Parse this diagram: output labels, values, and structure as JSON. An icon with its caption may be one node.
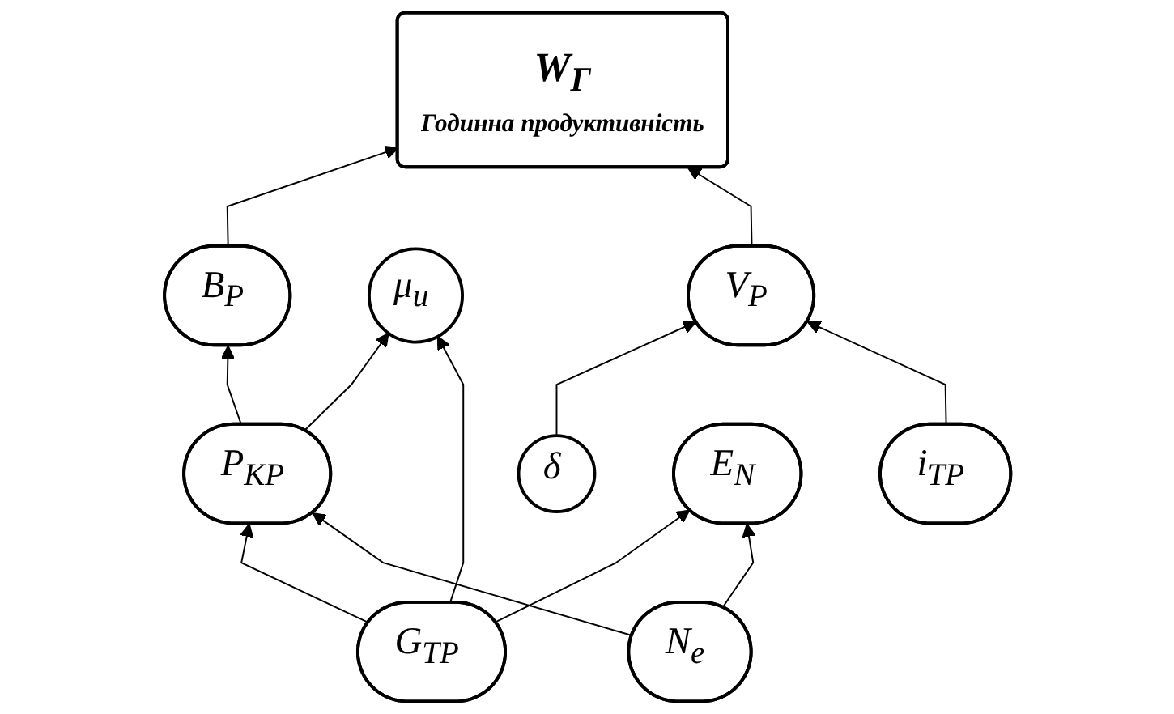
{
  "diagram": {
    "nodes": [
      {
        "text": [
          "W$_{Г}$",
          "Годинна продуктивність"
        ]
      },
      {
        "text": [
          "B$_{Р}$"
        ]
      },
      {
        "text": [
          "μ$_{u}$"
        ]
      },
      {
        "text": [
          "V$_{Р}$"
        ]
      },
      {
        "text": [
          "P$_{КР}$"
        ]
      },
      {
        "text": [
          "G$_{ТР}$"
        ]
      },
      {
        "text": [
          "δ"
        ]
      },
      {
        "text": [
          "i$_{ТР}$"
        ]
      },
      {
        "text": [
          "N$_{e}$"
        ]
      },
      {
        "text": [
          "E$_{N}$"
        ]
      }
    ],
    "edges": [
      {
        "from": 1,
        "to": 0,
        "arrow": "to"
      },
      {
        "from": 3,
        "to": 0,
        "arrow": "to"
      },
      {
        "from": 4,
        "to": 1,
        "arrow": "to"
      },
      {
        "from": 4,
        "to": 2,
        "arrow": "to"
      },
      {
        "from": 5,
        "to": 2,
        "arrow": "to"
      },
      {
        "from": 5,
        "to": 4,
        "arrow": "to"
      },
      {
        "from": 5,
        "to": 9,
        "arrow": "to"
      },
      {
        "from": 8,
        "to": 4,
        "arrow": "to"
      },
      {
        "from": 8,
        "to": 9,
        "arrow": "to"
      },
      {
        "from": 6,
        "to": 3,
        "arrow": "to"
      },
      {
        "from": 7,
        "to": 3,
        "arrow": "to"
      }
    ]
  }
}
